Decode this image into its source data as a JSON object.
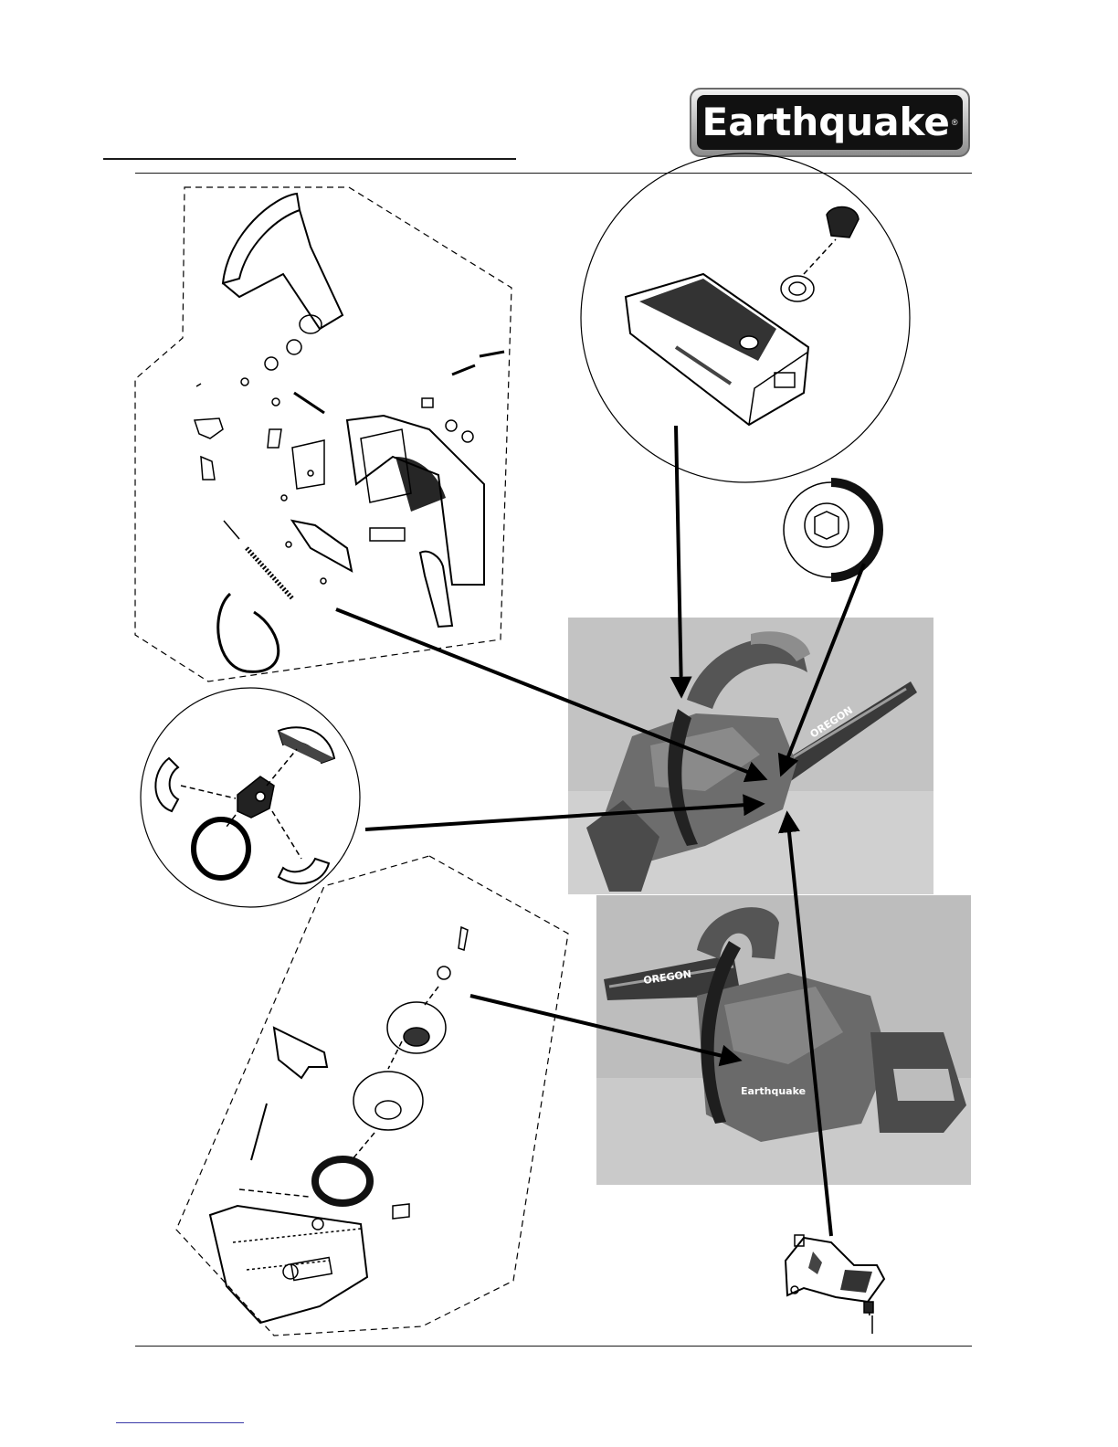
{
  "brand": {
    "name": "Earthquake",
    "mark": "®",
    "colors": {
      "plate": "#111111",
      "text": "#ffffff",
      "bevel": "#9a9a9a"
    }
  },
  "photos": {
    "top_bar_brand": "OREGON",
    "bottom_bar_brand": "OREGON",
    "bottom_body_brand": "Earthquake"
  },
  "illustrations": [
    "handle-brake-assembly-exploded",
    "air-filter-cover-detail",
    "clutch-drum-detail",
    "clutch-shoes-detail",
    "recoil-starter-assembly-exploded",
    "oil-pump-detail"
  ]
}
